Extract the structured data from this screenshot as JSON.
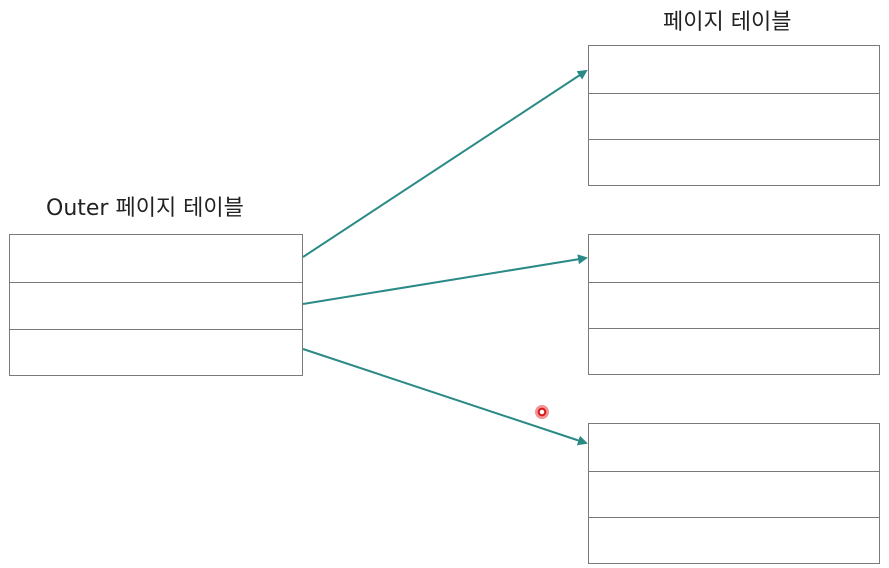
{
  "outer_table": {
    "title": "Outer 페이지 테이블",
    "rows": 3
  },
  "page_tables": {
    "title": "페이지 테이블",
    "count": 3,
    "rows_each": 3
  },
  "arrow_color": "#2a8a86",
  "pointer_color": "#d41a1a"
}
